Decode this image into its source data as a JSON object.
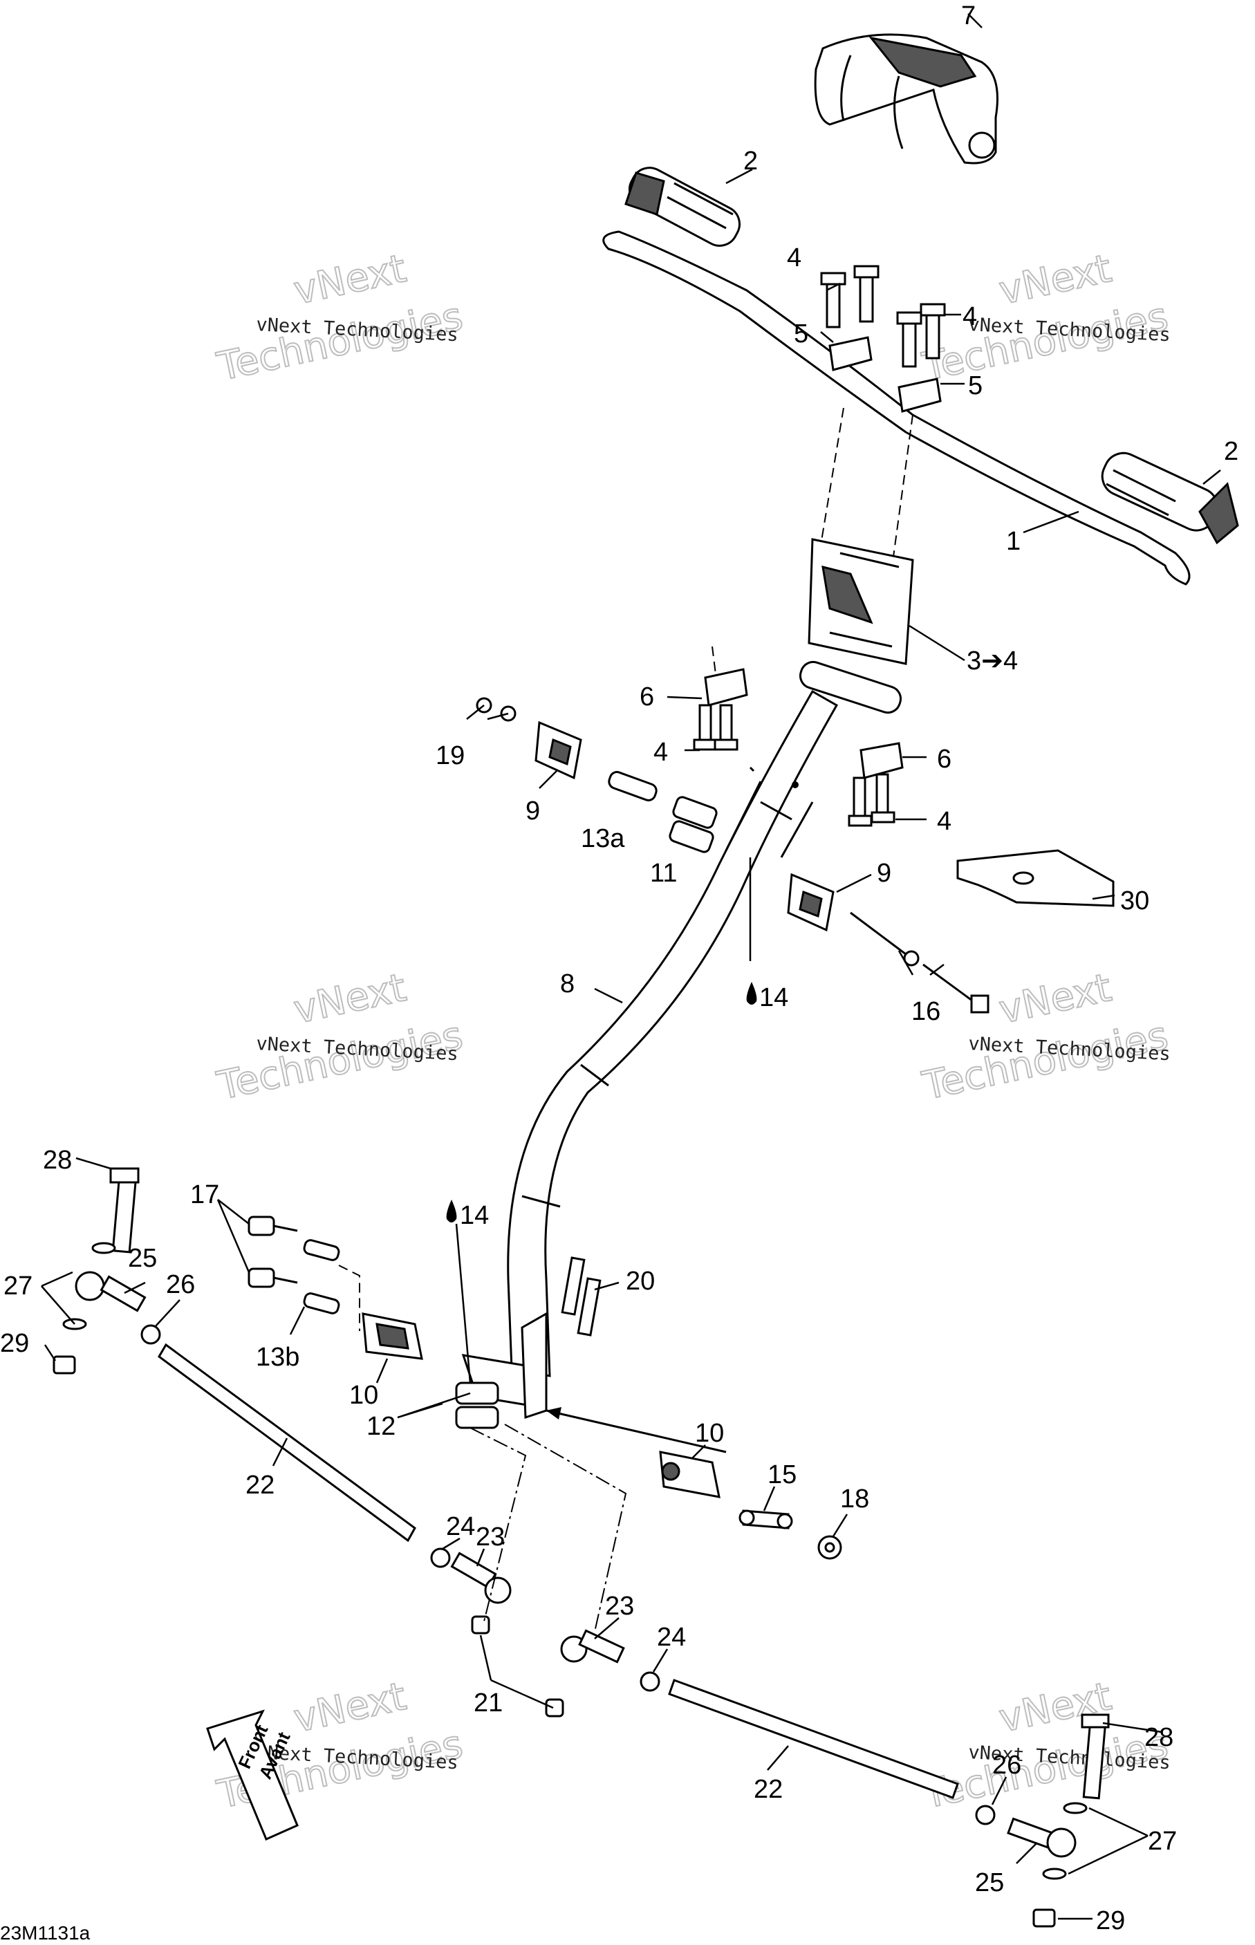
{
  "callouts": {
    "c1": "1",
    "c2a": "2",
    "c2b": "2",
    "c3": "3➔4",
    "c4a": "4",
    "c4b": "4",
    "c4c": "4",
    "c4d": "4",
    "c5a": "5",
    "c5b": "5",
    "c6a": "6",
    "c6b": "6",
    "c7": "7",
    "c8": "8",
    "c9a": "9",
    "c9b": "9",
    "c10a": "10",
    "c10b": "10",
    "c11": "11",
    "c12": "12",
    "c13a": "13a",
    "c13b": "13b",
    "c14a": "14",
    "c14b": "14",
    "c15": "15",
    "c16": "16",
    "c17": "17",
    "c18": "18",
    "c19": "19",
    "c20": "20",
    "c21": "21",
    "c22a": "22",
    "c22b": "22",
    "c23a": "23",
    "c23b": "23",
    "c24a": "24",
    "c24b": "24",
    "c25a": "25",
    "c25b": "25",
    "c26a": "26",
    "c26b": "26",
    "c27a": "27",
    "c27b": "27",
    "c28a": "28",
    "c28b": "28",
    "c29a": "29",
    "c29b": "29",
    "c30": "30"
  },
  "watermark": {
    "company": "vNext Technologies",
    "line1": "vNext",
    "line2": "Technologies"
  },
  "front_arrow": {
    "line1": "Front",
    "line2": "Avant"
  },
  "drawing_code": "23M1131a"
}
